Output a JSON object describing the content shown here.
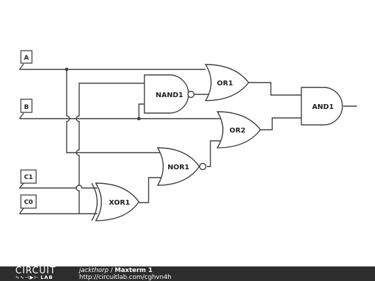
{
  "inputs": {
    "a": "A",
    "b": "B",
    "c1": "C1",
    "c0": "C0"
  },
  "gates": {
    "or1": "OR1",
    "nand1": "NAND1",
    "or2": "OR2",
    "nor1": "NOR1",
    "xor1": "XOR1",
    "and1": "AND1"
  },
  "footer": {
    "logo_word": "CIRCUIT",
    "logo_sub": "LAB",
    "author": "jackthorp",
    "separator": "/",
    "title": "Maxterm 1",
    "url": "http://circuitlab.com/cghvn4h"
  },
  "colors": {
    "wire": "#3c3c3c",
    "footer_bg": "#2d2d2d",
    "footer_text": "#ffffff"
  }
}
